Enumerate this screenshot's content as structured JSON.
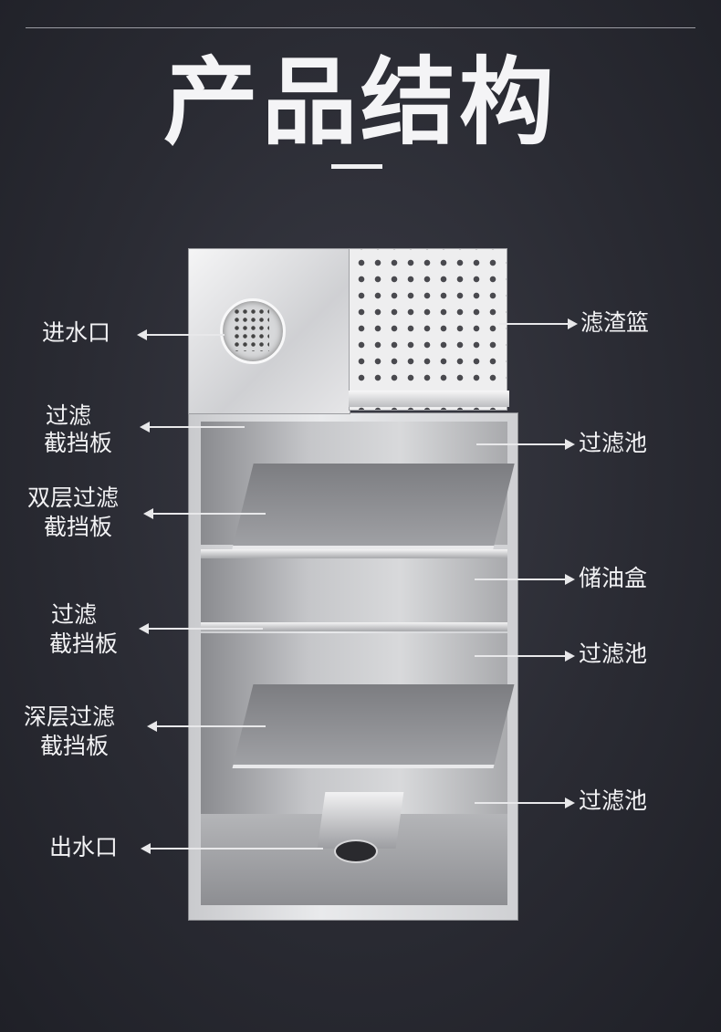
{
  "title": "产品结构",
  "labels": {
    "inlet": "进水口",
    "basket": "滤渣篮",
    "baffle_1a": "过滤",
    "baffle_1b": "截挡板",
    "pool_1": "过滤池",
    "double_a": "双层过滤",
    "double_b": "截挡板",
    "oil_box": "储油盒",
    "baffle_2a": "过滤",
    "baffle_2b": "截挡板",
    "pool_2": "过滤池",
    "deep_a": "深层过滤",
    "deep_b": "截挡板",
    "pool_3": "过滤池",
    "outlet": "出水口"
  },
  "colors": {
    "background": "#2a2b33",
    "text": "#f2f2f4",
    "steel": "#d8d9db"
  }
}
